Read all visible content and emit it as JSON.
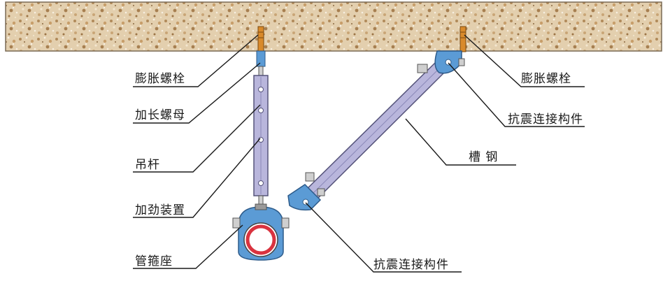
{
  "labels": {
    "expansion_bolt_left": "膨胀螺栓",
    "extension_nut": "加长螺母",
    "hanger_rod": "吊杆",
    "reinforcement_device": "加劲装置",
    "pipe_clamp_seat": "管箍座",
    "expansion_bolt_right": "膨胀螺栓",
    "seismic_connector_top": "抗震连接构件",
    "channel_steel": "槽 钢",
    "seismic_connector_bottom": "抗震连接构件"
  },
  "colors": {
    "ceiling_base": "#e6d4b6",
    "ceiling_speck_dark": "#b08a5a",
    "ceiling_speck_light": "#f5ecdc",
    "steel_fill": "#b9b6dc",
    "steel_stroke": "#55537a",
    "bracket_blue": "#5b9bd5",
    "pipe_red": "#d9333f",
    "bolt_orange": "#d98a2b",
    "leader_line": "#1a1a1a"
  }
}
